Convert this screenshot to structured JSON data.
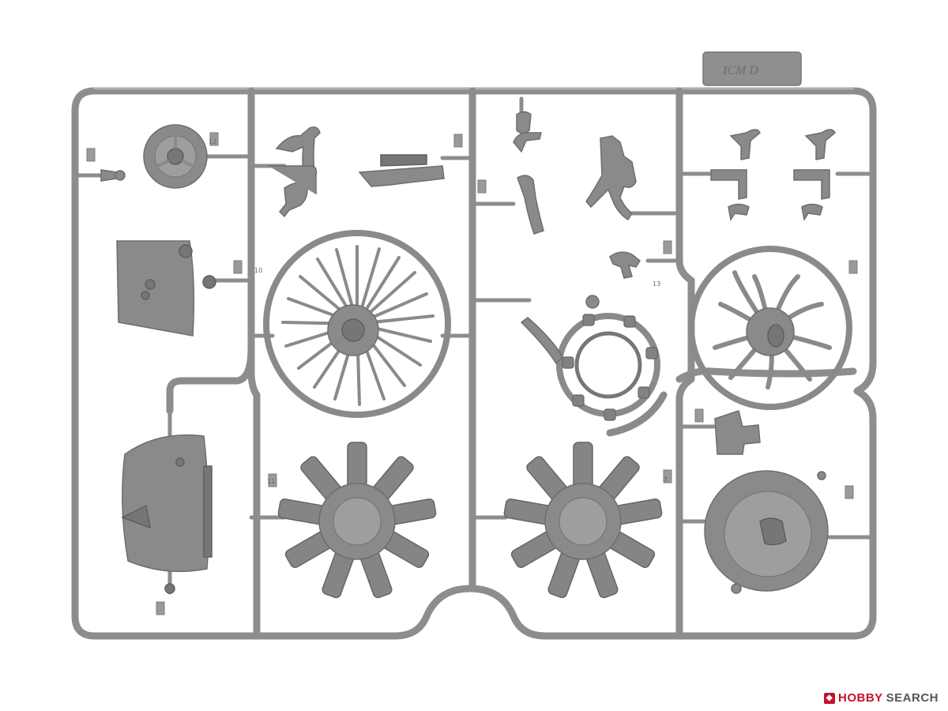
{
  "sprue": {
    "tab_label": "ICM D",
    "plastic_color": "#8a8a8a",
    "part_numbers": [
      "12",
      "10",
      "11",
      "13",
      "7"
    ]
  },
  "watermark": {
    "logo_icon": "hobbysearch-logo-icon",
    "brand": "HOBBY",
    "suffix": "SEARCH",
    "brand_color": "#c8102e"
  }
}
